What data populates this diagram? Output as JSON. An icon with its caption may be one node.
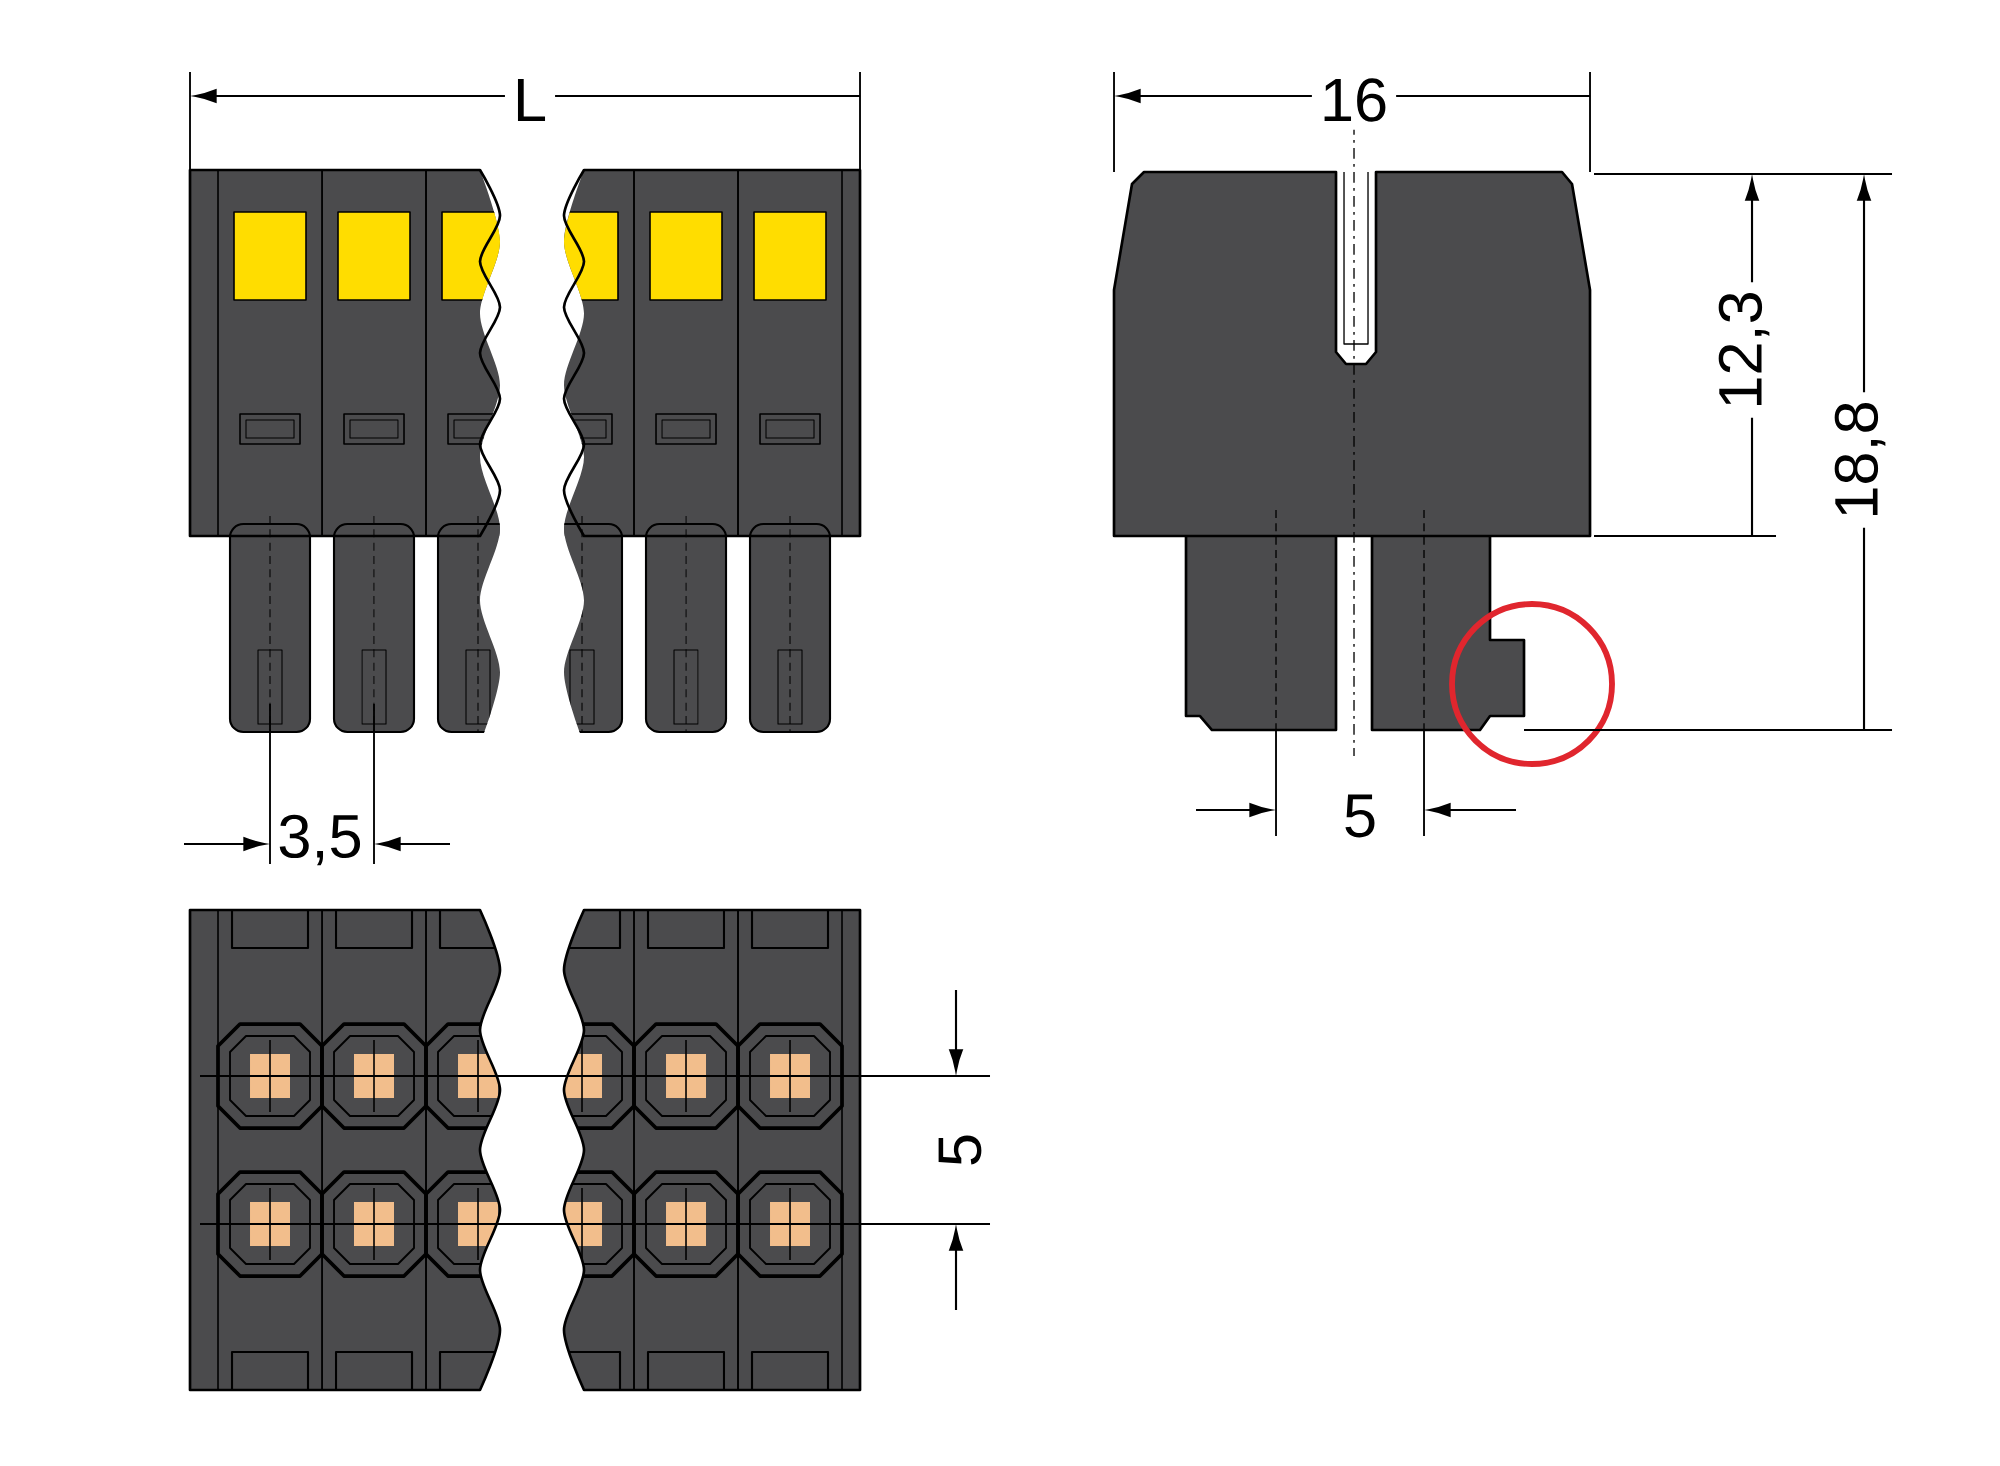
{
  "diagram": {
    "labels": [
      "L",
      "16",
      "12,3",
      "18,8",
      "3,5",
      "5",
      "5"
    ]
  }
}
